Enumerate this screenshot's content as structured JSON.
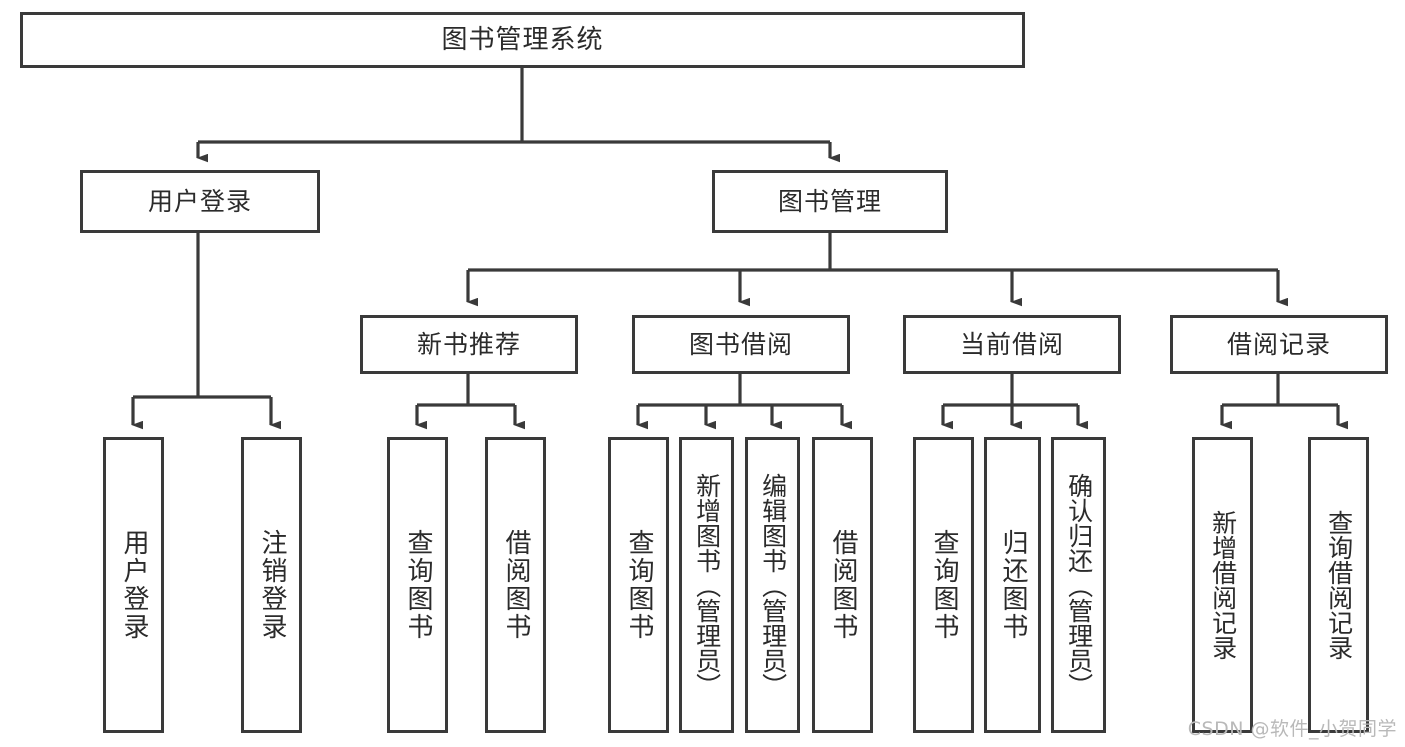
{
  "diagram": {
    "title": "图书管理系统",
    "type": "tree-hierarchy",
    "colors": {
      "box_border": "#3a3a3a",
      "box_fill": "#ffffff",
      "connector": "#3a3a3a",
      "text": "#2b2b2b",
      "watermark": "#b9b9b9"
    },
    "root": {
      "label": "图书管理系统"
    },
    "level2": [
      {
        "id": "user-login",
        "label": "用户登录"
      },
      {
        "id": "book-management",
        "label": "图书管理"
      }
    ],
    "level3": [
      {
        "id": "new-book-recommend",
        "label": "新书推荐"
      },
      {
        "id": "book-borrow",
        "label": "图书借阅"
      },
      {
        "id": "current-borrow",
        "label": "当前借阅"
      },
      {
        "id": "borrow-record",
        "label": "借阅记录"
      }
    ],
    "leaves": [
      {
        "id": "leaf-user-login",
        "label": "用户登录",
        "parent": "user-login"
      },
      {
        "id": "leaf-logout",
        "label": "注销登录",
        "parent": "user-login"
      },
      {
        "id": "leaf-query-book-1",
        "label": "查询图书",
        "parent": "new-book-recommend"
      },
      {
        "id": "leaf-borrow-book-1",
        "label": "借阅图书",
        "parent": "new-book-recommend"
      },
      {
        "id": "leaf-query-book-2",
        "label": "查询图书",
        "parent": "book-borrow"
      },
      {
        "id": "leaf-add-book",
        "label": "新增图书（管理员）",
        "parent": "book-borrow"
      },
      {
        "id": "leaf-edit-book",
        "label": "编辑图书（管理员）",
        "parent": "book-borrow"
      },
      {
        "id": "leaf-borrow-book-2",
        "label": "借阅图书",
        "parent": "book-borrow"
      },
      {
        "id": "leaf-query-book-3",
        "label": "查询图书",
        "parent": "current-borrow"
      },
      {
        "id": "leaf-return-book",
        "label": "归还图书",
        "parent": "current-borrow"
      },
      {
        "id": "leaf-confirm-return",
        "label": "确认归还（管理员）",
        "parent": "current-borrow"
      },
      {
        "id": "leaf-add-record",
        "label": "新增借阅记录",
        "parent": "borrow-record"
      },
      {
        "id": "leaf-query-record",
        "label": "查询借阅记录",
        "parent": "borrow-record"
      }
    ],
    "watermark": "CSDN @软件_小贺同学"
  }
}
